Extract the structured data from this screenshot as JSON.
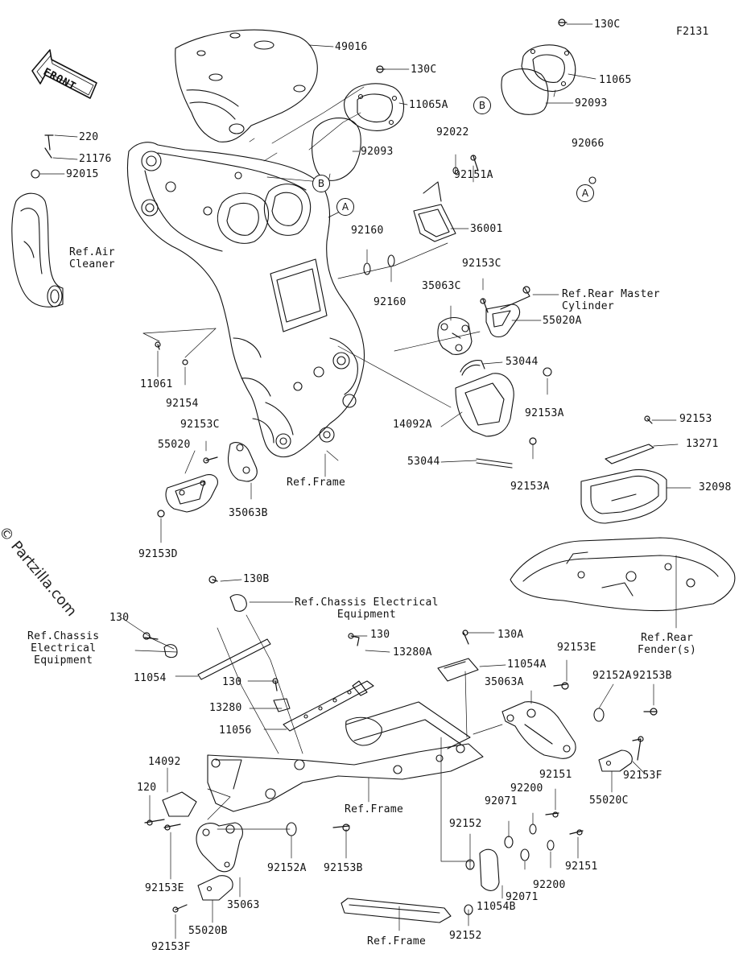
{
  "diagram_code": "F2131",
  "watermark": "© Partzilla.com",
  "front_label": "FRONT",
  "ref_labels": {
    "air_cleaner": "Ref.Air\nCleaner",
    "rear_master_cylinder": "Ref.Rear Master\nCylinder",
    "frame_upper": "Ref.Frame",
    "chassis_elec_top": "Ref.Chassis Electrical\nEquipment",
    "chassis_elec_left": "Ref.Chassis\nElectrical\nEquipment",
    "rear_fenders": "Ref.Rear\nFender(s)",
    "frame_middle": "Ref.Frame",
    "frame_bottom": "Ref.Frame"
  },
  "callouts": {
    "a_frame": "A",
    "a_right": "A",
    "b_frame": "B",
    "b_right": "B"
  },
  "part_numbers": {
    "p130C_top": "130C",
    "p11065": "11065",
    "p92093_right": "92093",
    "p49016": "49016",
    "p130C_mid": "130C",
    "p11065A": "11065A",
    "p92093_mid": "92093",
    "p92066": "92066",
    "p220": "220",
    "p21176": "21176",
    "p92015": "92015",
    "p92022": "92022",
    "p92151A": "92151A",
    "p36001": "36001",
    "p92160_a": "92160",
    "p92160_b": "92160",
    "p92153C_r": "92153C",
    "p35063C": "35063C",
    "p55020A": "55020A",
    "p53044_a": "53044",
    "p92153A_a": "92153A",
    "p14092A": "14092A",
    "p53044_b": "53044",
    "p92153A_b": "92153A",
    "p11061": "11061",
    "p92154": "92154",
    "p92153C_l": "92153C",
    "p55020": "55020",
    "p35063B": "35063B",
    "p92153D": "92153D",
    "p92153": "92153",
    "p13271": "13271",
    "p32098": "32098",
    "p130B": "130B",
    "p130_left": "130",
    "p11054": "11054",
    "p130_mid": "130",
    "p13280A": "13280A",
    "p130A": "130A",
    "p11054A": "11054A",
    "p130_low": "130",
    "p13280": "13280",
    "p11056": "11056",
    "p92153E_r": "92153E",
    "p35063A": "35063A",
    "p92152A_r": "92152A",
    "p92153B_r": "92153B",
    "p14092": "14092",
    "p120": "120",
    "p92151_a": "92151",
    "p92200_a": "92200",
    "p92071_a": "92071",
    "p92153F_r": "92153F",
    "p55020C": "55020C",
    "p92152_a": "92152",
    "p92151_b": "92151",
    "p92200_b": "92200",
    "p92071_b": "92071",
    "p92152A_l": "92152A",
    "p92153B_l": "92153B",
    "p92153E_l": "92153E",
    "p35063": "35063",
    "p55020B": "55020B",
    "p92153F_l": "92153F",
    "p11054B": "11054B",
    "p92152_b": "92152"
  }
}
